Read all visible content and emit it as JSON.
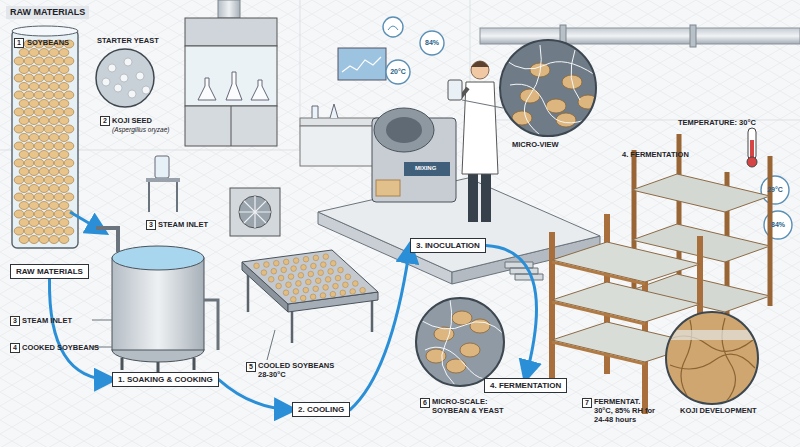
{
  "diagram": {
    "nodes": [
      {
        "text": [
          "RAW MATERIALS"
        ]
      },
      {
        "text": [
          "1. SOAKING & COOKING"
        ]
      },
      {
        "text": [
          "2. COOLING"
        ]
      },
      {
        "text": [
          "3. INOCULATION"
        ]
      },
      {
        "text": [
          "4. FERMENTATION"
        ]
      }
    ],
    "edges": [
      {
        "from": 0,
        "to": 1,
        "arrow": "to"
      },
      {
        "from": 1,
        "to": 2,
        "arrow": "to"
      },
      {
        "from": 2,
        "to": 3,
        "arrow": "to"
      },
      {
        "from": 3,
        "to": 4,
        "arrow": "to"
      }
    ],
    "labels": [
      "RAW MATERIALS",
      "1",
      "SOYBEANS",
      "STARTER YEAST",
      "2",
      "KOJI SEED",
      "(Aspergillus oryzae)",
      "3",
      "STEAM INLET",
      "84%",
      "20°C",
      "MIXING",
      "MICRO-VIEW",
      "TEMPERATURE: 30°C",
      "4. FERMENTATION",
      "29°C",
      "84%",
      "3",
      "STEAM INLET",
      "4",
      "COOKED SOYBEANS",
      "5",
      "COOLED SOYBEANS 28-30°C",
      "6",
      "MICRO-SCALE: SOYBEAN & YEAST",
      "7",
      "FERMENTAT. 30°C, 85% RH for 24-48 hours",
      "KOJI DEVELOPMENT"
    ]
  }
}
